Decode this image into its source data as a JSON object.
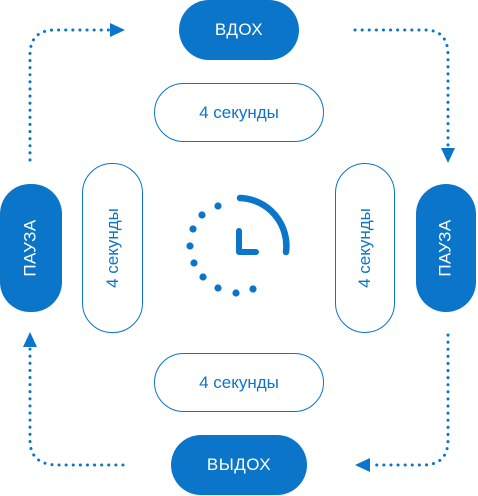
{
  "steps": {
    "inhale": "ВДОХ",
    "pause_right": "ПАУЗА",
    "exhale": "ВЫДОХ",
    "pause_left": "ПАУЗА"
  },
  "durations": {
    "top": "4 секунды",
    "right": "4 секунды",
    "bottom": "4 секунды",
    "left": "4 секунды"
  },
  "colors": {
    "accent": "#0a75c9",
    "background": "#ffffff"
  },
  "icons": {
    "center": "clock-icon",
    "arrows": "dotted-arrow-icon"
  }
}
